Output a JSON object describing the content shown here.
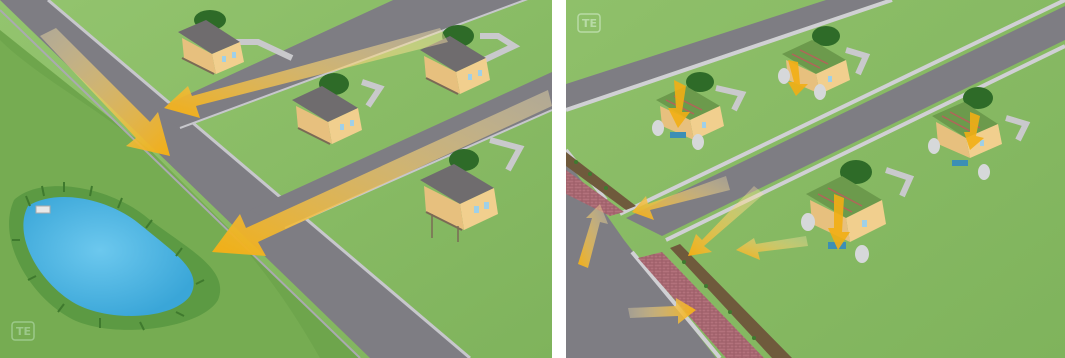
{
  "panels": [
    {
      "id": "conventional",
      "logo": "TE"
    },
    {
      "id": "green-infrastructure",
      "logo": "TE"
    }
  ],
  "colors": {
    "grass_light": "#8fc06a",
    "grass_mid": "#79ad57",
    "grass_dark": "#5f9442",
    "road": "#7d7c82",
    "road_edge": "#bfbfc4",
    "arrow": "#f3b31a",
    "arrow_fade": "#fbe7a3",
    "pond": "#4fb8e6",
    "house_wall": "#f1cf8e",
    "house_roof": "#6d6a6c",
    "tree": "#2f6e2a",
    "paver": "#a2636c"
  },
  "icons": [
    "house-icon",
    "tree-icon",
    "arrow-icon",
    "pond-icon",
    "rain-barrel-icon",
    "bioswale-icon",
    "permeable-paver-icon",
    "logo-icon"
  ]
}
